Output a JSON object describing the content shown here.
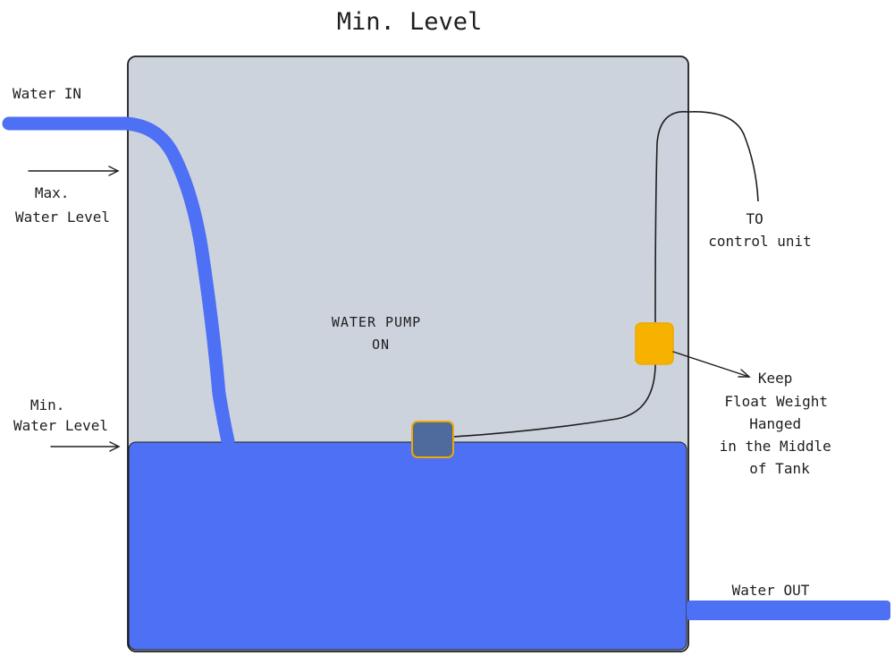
{
  "title": "Min. Level",
  "labels": {
    "water_in": "Water IN",
    "max_level": [
      "Max.",
      "Water Level"
    ],
    "min_level": [
      "Min.",
      "Water Level"
    ],
    "pump_status": [
      "WATER PUMP",
      "ON"
    ],
    "to_control": [
      "TO",
      "control unit"
    ],
    "keep_float": [
      "Keep",
      "Float Weight",
      "Hanged",
      "in the Middle",
      "of Tank"
    ],
    "water_out": "Water OUT"
  },
  "colors": {
    "tank_fill": "#cdd3dd",
    "water": "#4d70f5",
    "float_low": "#4f6a9c",
    "float_high": "#f7b200",
    "float_border": "#f0a800",
    "stroke": "#1e1e1e"
  }
}
